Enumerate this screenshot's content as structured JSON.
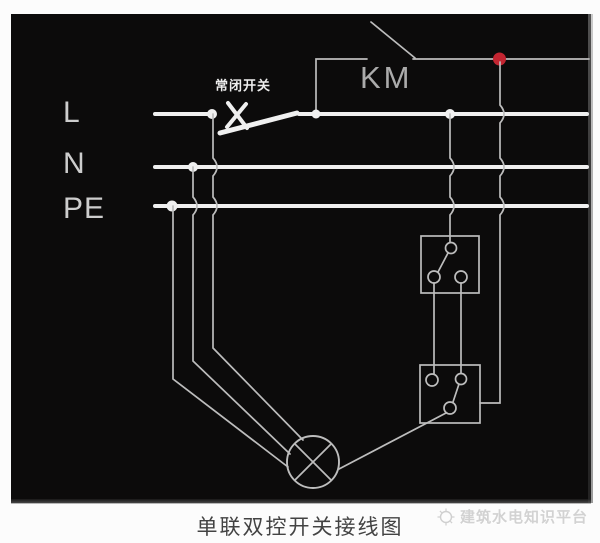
{
  "panel": {
    "bus_labels": [
      {
        "id": "L",
        "label": "L"
      },
      {
        "id": "N",
        "label": "N"
      },
      {
        "id": "PE",
        "label": "PE"
      }
    ],
    "nc_switch_label": "常闭开关",
    "contactor_label": "KM",
    "colors": {
      "panel_bg": "#0c0b0b",
      "wire_bright": "#f0f0f0",
      "wire_thin": "#bdbdbd",
      "label_gray": "#cdcdcd",
      "km_gray": "#ababab",
      "indicator_red": "#c32531",
      "caption_color": "#434343",
      "watermark_color": "#d2d2d2"
    }
  },
  "footer": {
    "caption": "单联双控开关接线图",
    "watermark": "建筑水电知识平台"
  }
}
